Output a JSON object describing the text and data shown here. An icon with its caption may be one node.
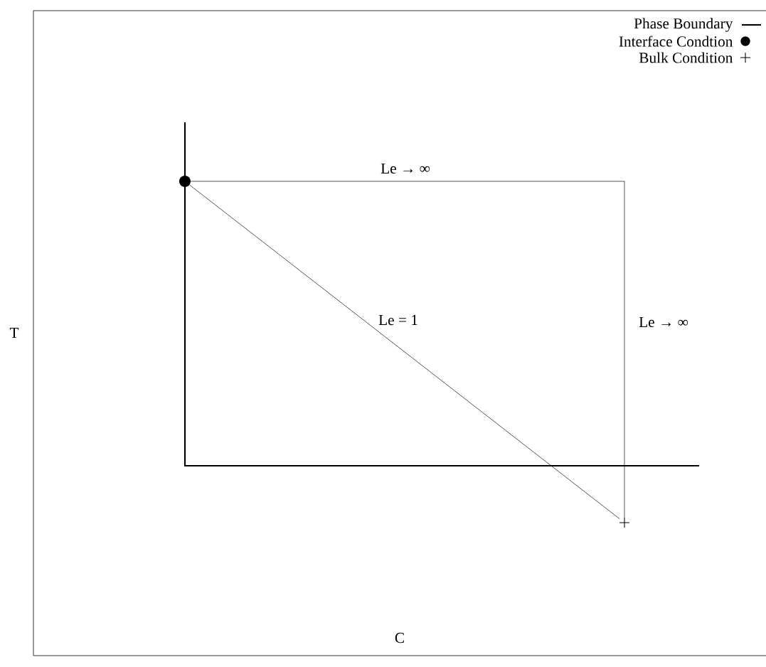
{
  "diagram": {
    "nodes": [
      {
        "text": [],
        "shape": "circle"
      },
      {
        "text": [],
        "shape": "cross"
      }
    ],
    "edges": [
      {
        "from": 0,
        "to": 1,
        "arrow": "none",
        "label": "Le = 1"
      },
      {
        "from": 0,
        "to": 1,
        "arrow": "none",
        "label": "Le → ∞"
      }
    ],
    "labels": [
      "Le → ∞",
      "T",
      "C"
    ],
    "legend": [
      {
        "text": "Phase Boundary"
      },
      {
        "text": "Interface Condtion"
      },
      {
        "text": "Bulk Condition"
      }
    ]
  }
}
